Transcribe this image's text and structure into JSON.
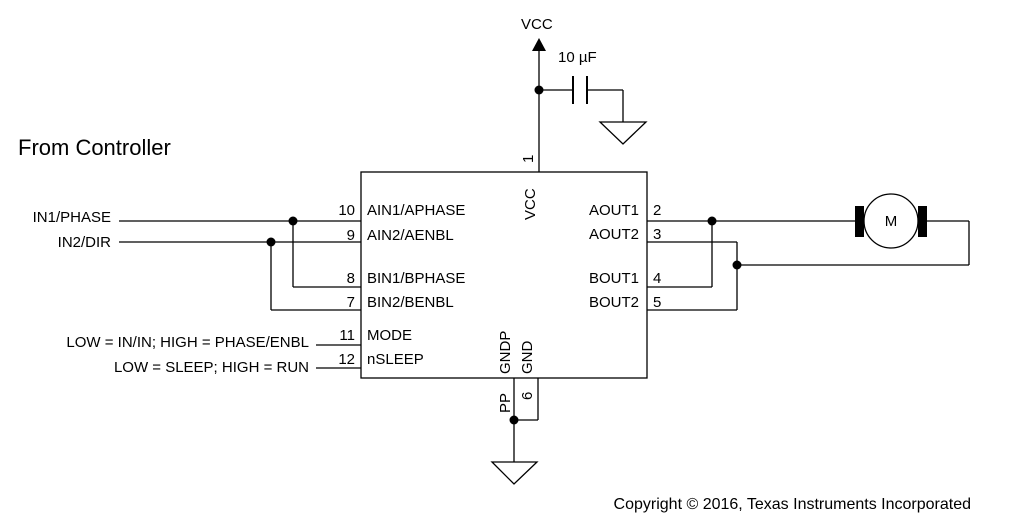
{
  "heading": "From Controller",
  "supply": {
    "label": "VCC",
    "capacitor": "10 µF"
  },
  "inputs": [
    {
      "label": "IN1/PHASE"
    },
    {
      "label": "IN2/DIR"
    },
    {
      "label": "LOW = IN/IN; HIGH = PHASE/ENBL"
    },
    {
      "label": "LOW = SLEEP; HIGH = RUN"
    }
  ],
  "ic": {
    "left_pins": [
      {
        "num": "10",
        "name": "AIN1/APHASE"
      },
      {
        "num": "9",
        "name": "AIN2/AENBL"
      },
      {
        "num": "8",
        "name": "BIN1/BPHASE"
      },
      {
        "num": "7",
        "name": "BIN2/BENBL"
      },
      {
        "num": "11",
        "name": "MODE"
      },
      {
        "num": "12",
        "name": "nSLEEP"
      }
    ],
    "right_pins": [
      {
        "num": "2",
        "name": "AOUT1"
      },
      {
        "num": "3",
        "name": "AOUT2"
      },
      {
        "num": "4",
        "name": "BOUT1"
      },
      {
        "num": "5",
        "name": "BOUT2"
      }
    ],
    "top_pin": {
      "num": "1",
      "name": "VCC"
    },
    "bottom_pins": [
      {
        "num": "PP",
        "name": "GNDP"
      },
      {
        "num": "6",
        "name": "GND"
      }
    ]
  },
  "motor": {
    "label": "M"
  },
  "copyright": "Copyright © 2016, Texas Instruments Incorporated"
}
